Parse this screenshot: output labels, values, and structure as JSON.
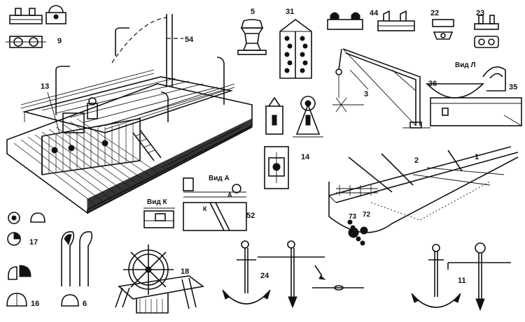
{
  "figure_labels": {
    "n9": "9",
    "n13": "13",
    "n54": "54",
    "n5": "5",
    "n31": "31",
    "n44": "44",
    "n22": "22",
    "n23": "23",
    "n3": "3",
    "n36": "36",
    "n35": "35",
    "n14": "14",
    "n2": "2",
    "n1": "1",
    "n52": "52",
    "n73": "73",
    "n72": "72",
    "n17": "17",
    "n16": "16",
    "n6": "6",
    "n18": "18",
    "n24": "24",
    "n11": "11"
  },
  "view_labels": {
    "vid_l": "Вид Л",
    "vid_a": "Вид А",
    "vid_k": "Вид К",
    "mark_a": "А",
    "mark_k": "К"
  }
}
